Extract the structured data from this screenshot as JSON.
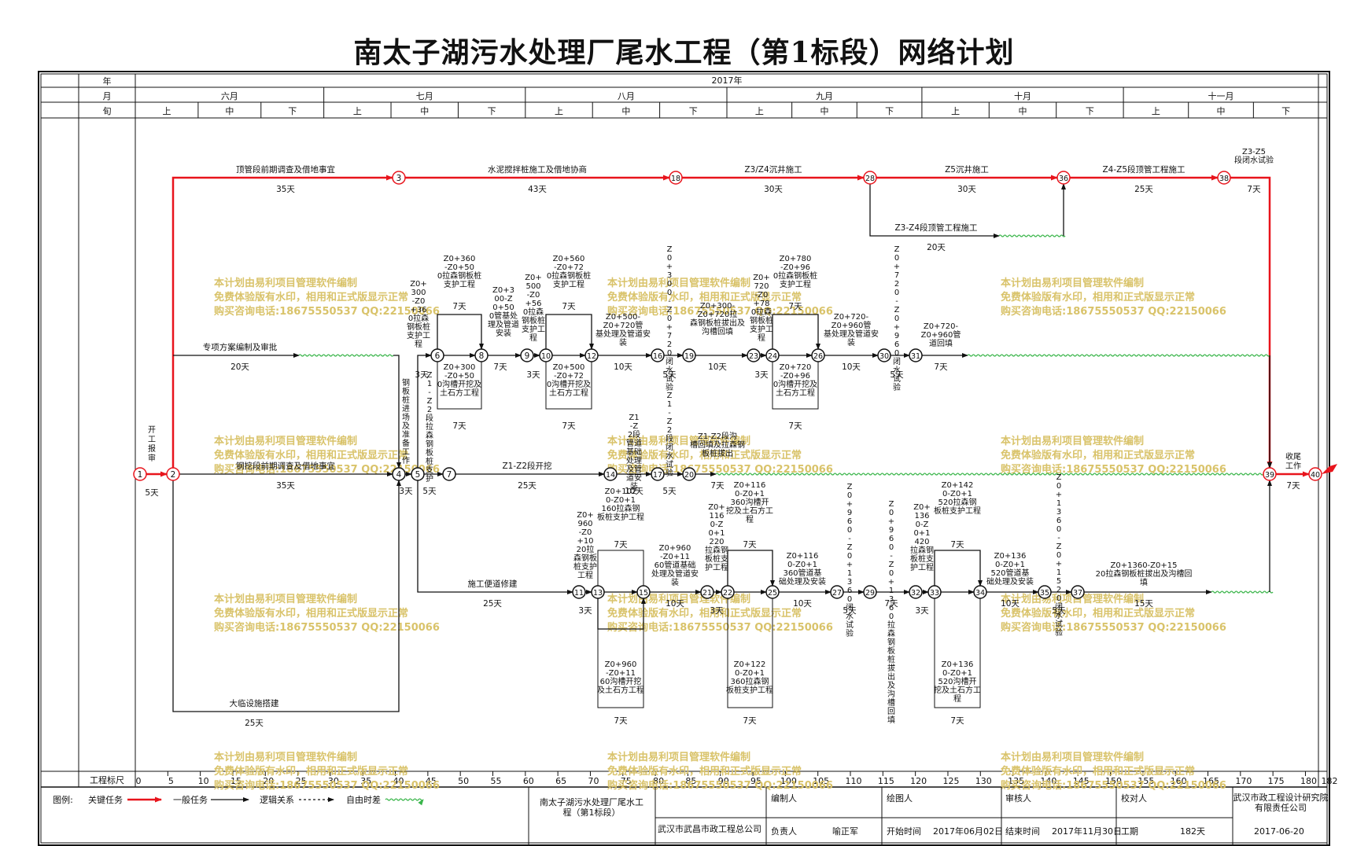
{
  "title": "南太子湖污水处理厂尾水工程（第1标段）网络计划",
  "header": {
    "row_labels": [
      "年",
      "月",
      "旬"
    ],
    "year": "2017年",
    "months": [
      "六月",
      "七月",
      "八月",
      "九月",
      "十月",
      "十一月"
    ],
    "dekads": [
      "上",
      "中",
      "下"
    ]
  },
  "scale": {
    "label": "工程标尺",
    "ticks": [
      "0",
      "5",
      "10",
      "15",
      "20",
      "25",
      "30",
      "35",
      "40",
      "45",
      "50",
      "55",
      "60",
      "65",
      "70",
      "75",
      "80",
      "85",
      "90",
      "95",
      "100",
      "105",
      "110",
      "115",
      "120",
      "125",
      "130",
      "135",
      "140",
      "145",
      "150",
      "155",
      "160",
      "165",
      "170",
      "175",
      "180"
    ],
    "end": "182"
  },
  "colors": {
    "critical": "#e8141c",
    "normal": "#111111",
    "float": "#39b54a",
    "watermark": "#d9c36a"
  },
  "watermark": [
    "本计划由易利项目管理软件编制",
    "免费体验版有水印，相用和正式版显示正常",
    "购买咨询电话:18675550537 QQ:22150066"
  ],
  "legend": {
    "label": "图例:",
    "items": [
      "关键任务",
      "一般任务",
      "逻辑关系",
      "自由时差"
    ]
  },
  "footer": {
    "project_name": "南太子湖污水处理厂尾水工程（第1标段）",
    "contractor": "武汉市武昌市政工程总公司",
    "prepared_by_label": "编制人",
    "drawer_label": "绘图人",
    "reviewer_label": "审核人",
    "checker_label": "校对人",
    "responsible_label": "负责人",
    "responsible_value": "喻正军",
    "start_label": "开始时间",
    "start_value": "2017年06月02日",
    "end_label": "结束时间",
    "end_value": "2017年11月30日",
    "duration_label": "工期",
    "duration_value": "182天",
    "designer": "武汉市政工程设计研究院有限责任公司",
    "date": "2017-06-20"
  },
  "nodes": [
    "1",
    "2",
    "3",
    "4",
    "5",
    "6",
    "7",
    "8",
    "9",
    "10",
    "11",
    "12",
    "13",
    "14",
    "15",
    "16",
    "17",
    "18",
    "19",
    "20",
    "21",
    "22",
    "23",
    "24",
    "25",
    "26",
    "27",
    "28",
    "29",
    "30",
    "31",
    "32",
    "33",
    "34",
    "35",
    "36",
    "37",
    "38",
    "39",
    "40"
  ],
  "tasks": {
    "t1": [
      "开工报审",
      "5天"
    ],
    "t2_3": [
      "顶管段前期调查及借地事宜",
      "35天"
    ],
    "t3_18": [
      "水泥搅拌桩施工及借地协商",
      "43天"
    ],
    "t18_28": [
      "Z3/Z4沉井施工",
      "30天"
    ],
    "t28_36": [
      "Z5沉井施工",
      "30天"
    ],
    "t36_38": [
      "Z4-Z5段顶管工程施工",
      "25天"
    ],
    "t38_39": [
      "Z3-Z5段闭水试验",
      "7天"
    ],
    "t28_b": [
      "Z3-Z4段顶管工程施工",
      "20天"
    ],
    "t2_zx": [
      "专项方案编制及审批",
      "20天"
    ],
    "t2_4": [
      "钢挖段前期调查及借地事宜",
      "35天"
    ],
    "t4_5": [
      "钢板桩进场及准备工作",
      "3天"
    ],
    "t5_6": [
      "Z1-Z2段拉森钢板桩支护",
      "5天"
    ],
    "t5_7": [
      "Z0+300-Z0+360拉森钢板桩支护工程",
      "3天"
    ],
    "t6a": [
      "Z0+360-Z0+500拉森钢板桩支护工程",
      "7天"
    ],
    "t6b": [
      "Z0+300-Z0+500沟槽开挖及土石方工程",
      "7天"
    ],
    "t8_9": [
      "Z0+300-Z0+500管基处理及管道安装",
      "7天"
    ],
    "t9_10": [
      "Z0+500-Z0+560拉森钢板桩支护工程",
      "3天"
    ],
    "t10a": [
      "Z0+560-Z0+720拉森钢板桩支护工程",
      "7天"
    ],
    "t10b": [
      "Z0+500-Z0+720沟槽开挖及土石方工程",
      "7天"
    ],
    "t12_16": [
      "Z0+500-Z0+720管基处理及管道安装",
      "10天"
    ],
    "t16_19": [
      "Z0+300-Z0+720闭水试验",
      "5天"
    ],
    "t19_23": [
      "Z0+300-Z0+720拉森钢板桩拔出及沟槽回填",
      "10天"
    ],
    "t23_24": [
      "Z0+720-Z0+780拉森钢板桩支护工程",
      "3天"
    ],
    "t24a": [
      "Z0+780-Z0+960拉森钢板桩支护工程",
      "7天"
    ],
    "t24b": [
      "Z0+720-Z0+960沟槽开挖及土石方工程",
      "7天"
    ],
    "t26_30": [
      "Z0+720-Z0+960管基处理及管道安装",
      "10天"
    ],
    "t30_31": [
      "Z0+720-Z0+960闭水试验",
      "5天"
    ],
    "t31": [
      "Z0+720-Z0+960管道回填",
      "7天"
    ],
    "t7_14": [
      "Z1-Z2段开挖",
      "25天"
    ],
    "t14_17": [
      "Z1-Z2段管道基础处理及管道安装",
      "10天"
    ],
    "t17_20": [
      "Z1-Z2段闭水试验",
      "5天"
    ],
    "t20": [
      "Z1-Z2段沟槽回填及拉森钢板桩拔出",
      "7天"
    ],
    "t39_40": [
      "收尾工作",
      "7天"
    ],
    "t5_11": [
      "施工便道修建",
      "25天"
    ],
    "t2_dl": [
      "大临设施搭建",
      "25天"
    ],
    "t11_13": [
      "Z0+960-Z0+1020拉森钢板桩支护工程",
      "3天"
    ],
    "t13a": [
      "Z0+1020-Z0+1160拉森钢板桩支护工程",
      "7天"
    ],
    "t13b": [
      "Z0+960-Z0+1160沟槽开挖及土石方工程",
      "7天"
    ],
    "t15_21": [
      "Z0+960-Z0+1160管道基础处理及管道安装",
      "10天"
    ],
    "t21_22": [
      "Z0+1160-Z0+1220拉森钢板桩支护工程",
      "3天"
    ],
    "t22a": [
      "Z0+1160-Z0+1360沟槽开挖及土石方工程",
      "7天"
    ],
    "t22b": [
      "Z0+1220-Z0+1360拉森钢板桩支护工程",
      "7天"
    ],
    "t25_27": [
      "Z0+1160-Z0+1360管道基础处理及安装",
      "10天"
    ],
    "t27_29": [
      "Z0+960-Z0+1360闭水试验",
      "5天"
    ],
    "t29_32": [
      "Z0+960-Z0+1360拉森钢板桩拔出及沟槽回填",
      "7天"
    ],
    "t32_33": [
      "Z0+1360-Z0+1420拉森钢板桩支护工程",
      "3天"
    ],
    "t33a": [
      "Z0+1420-Z0+1520拉森钢板桩支护工程",
      "7天"
    ],
    "t33b": [
      "Z0+1360-Z0+1520沟槽开挖及土石方工程",
      "7天"
    ],
    "t34_35": [
      "Z0+1360-Z0+1520管道基础处理及安装",
      "10天"
    ],
    "t35_37": [
      "Z0+1360-Z0+1520闭水试验",
      "5天"
    ],
    "t37": [
      "Z0+1360-Z0+1520拉森钢板桩拔出及沟槽回填",
      "15天"
    ]
  }
}
